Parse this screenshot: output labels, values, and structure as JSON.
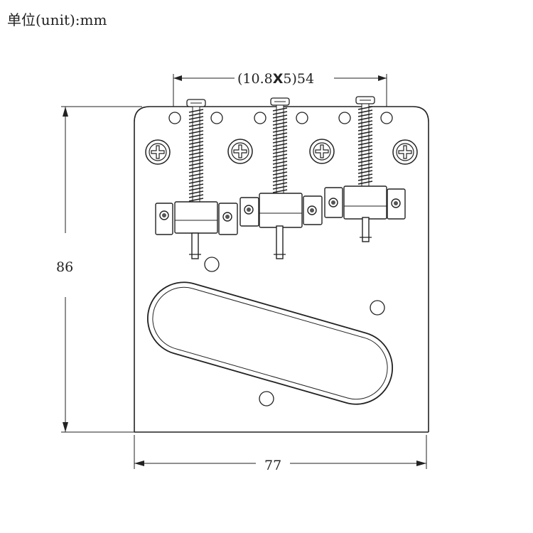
{
  "header": {
    "unit_label": "单位(unit):mm"
  },
  "dimensions": {
    "spacing": {
      "prefix": "(10.8",
      "times": "X",
      "suffix": "5)54"
    },
    "height": "86",
    "width": "77"
  },
  "colors": {
    "line": "#222222",
    "dim": "#333333",
    "plate_bg": "#ffffff"
  }
}
